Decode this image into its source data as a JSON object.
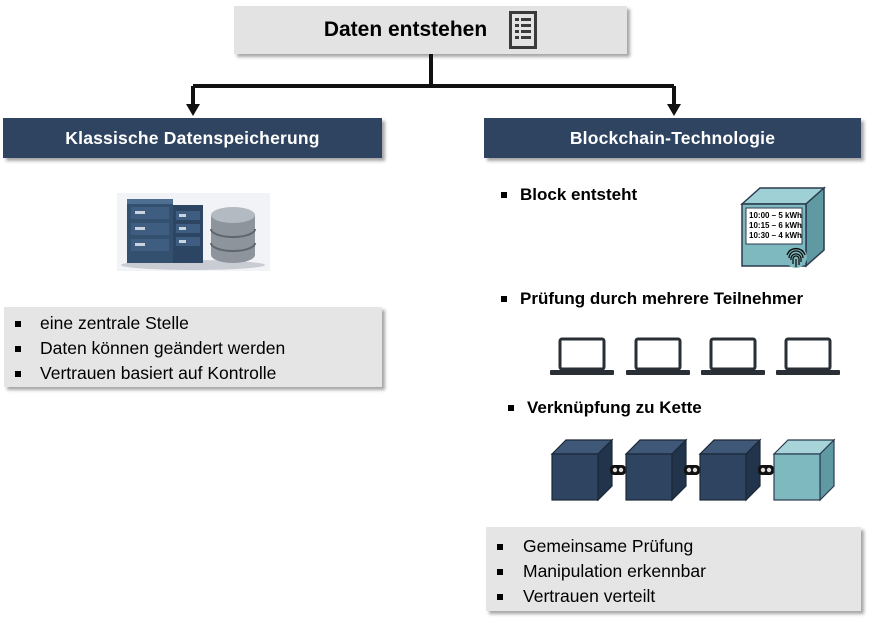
{
  "top": {
    "title": "Daten entstehen",
    "icon": "document-list-icon"
  },
  "left": {
    "header": "Klassische Datenspeicherung",
    "illustration": "server-database-icon",
    "bullets": [
      "eine zentrale Stelle",
      "Daten können geändert werden",
      "Vertrauen basiert auf Kontrolle"
    ]
  },
  "right": {
    "header": "Blockchain-Technologie",
    "steps": [
      {
        "label": "Block entsteht",
        "icon": "block-with-fingerprint-icon"
      },
      {
        "label": "Prüfung durch mehrere Teilnehmer",
        "icon": "laptop-icon"
      },
      {
        "label": "Verknüpfung zu Kette",
        "icon": "block-chain-icon"
      }
    ],
    "block_lines": [
      "10:00 – 5 kWh",
      "10:15 – 6 kWh",
      "10:30 – 4 kWh"
    ],
    "bullets": [
      "Gemeinsame Prüfung",
      "Manipulation erkennbar",
      "Vertrauen verteilt"
    ]
  },
  "colors": {
    "navy": "#2e4460",
    "teal": "#7fb9c0",
    "gray_box": "#e5e5e5"
  }
}
